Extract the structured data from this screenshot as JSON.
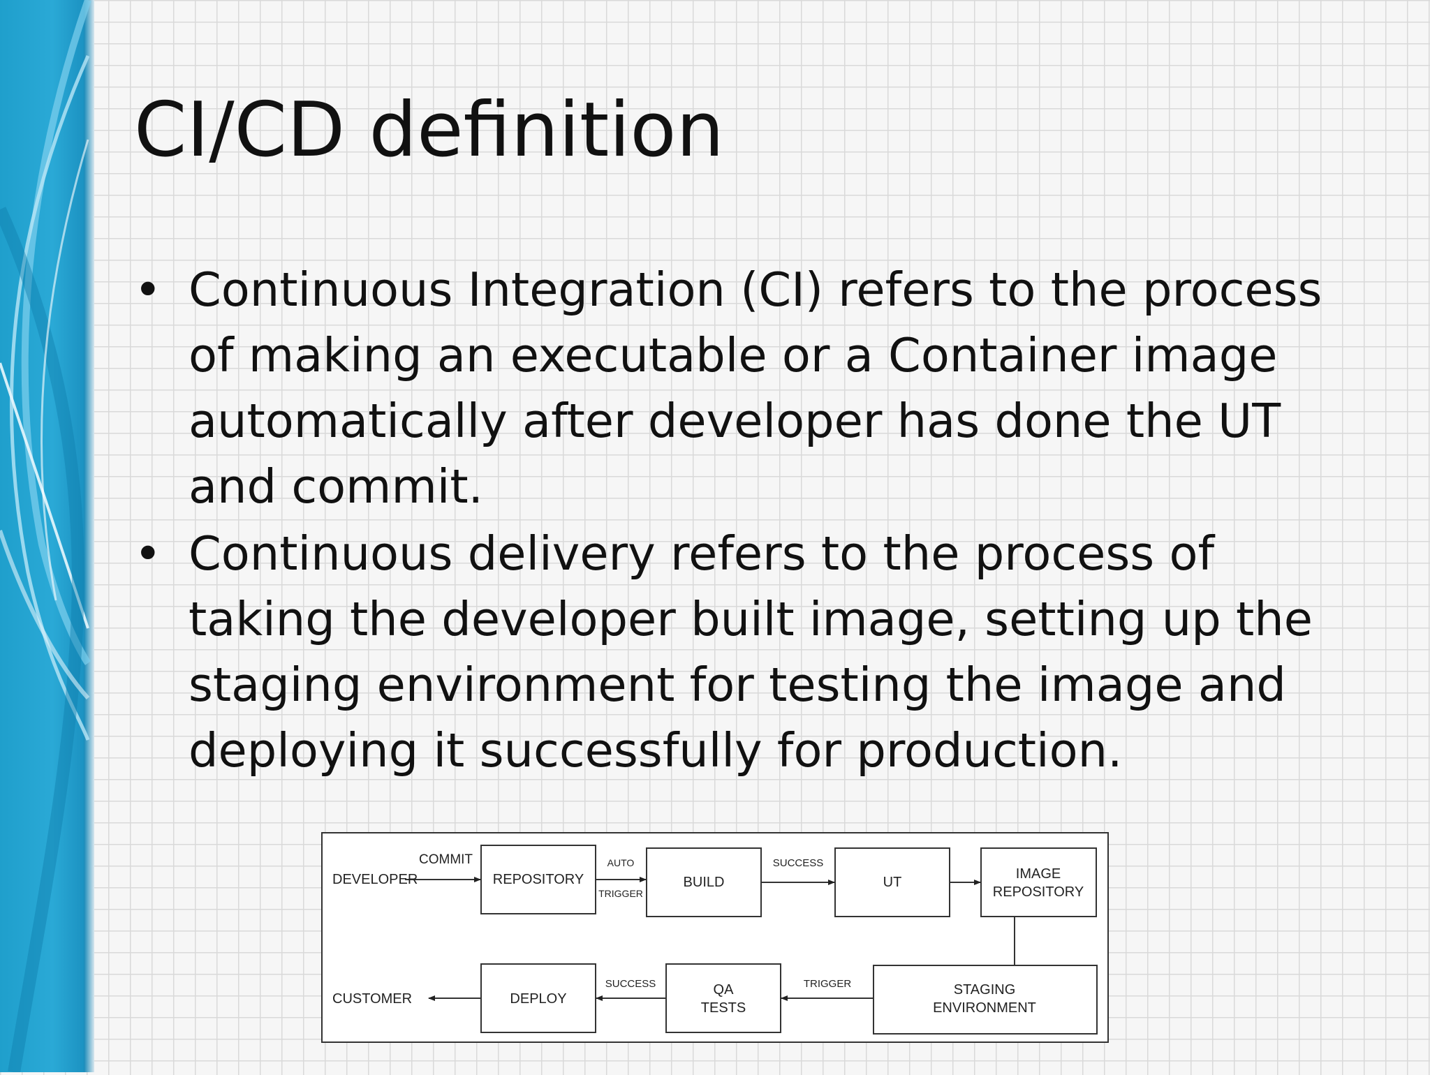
{
  "slide": {
    "title": "CI/CD definition",
    "bullets": [
      "Continuous Integration (CI) refers to the process of making an executable or a Container image automatically after developer has done the UT and commit.",
      "Continuous delivery refers to the process of taking the developer built image, setting up the staging environment for testing the image and deploying it successfully for production."
    ]
  },
  "diagram": {
    "nodes": {
      "developer": "DEVELOPER",
      "repository": "REPOSITORY",
      "build": "BUILD",
      "ut": "UT",
      "image_repository_line1": "IMAGE",
      "image_repository_line2": "REPOSITORY",
      "staging_line1": "STAGING",
      "staging_line2": "ENVIRONMENT",
      "qa_line1": "QA",
      "qa_line2": "TESTS",
      "deploy": "DEPLOY",
      "customer": "CUSTOMER"
    },
    "edge_labels": {
      "commit": "COMMIT",
      "auto": "AUTO",
      "trigger_upper": "TRIGGER",
      "success_upper": "SUCCESS",
      "trigger_lower": "TRIGGER",
      "success_lower": "SUCCESS"
    }
  }
}
